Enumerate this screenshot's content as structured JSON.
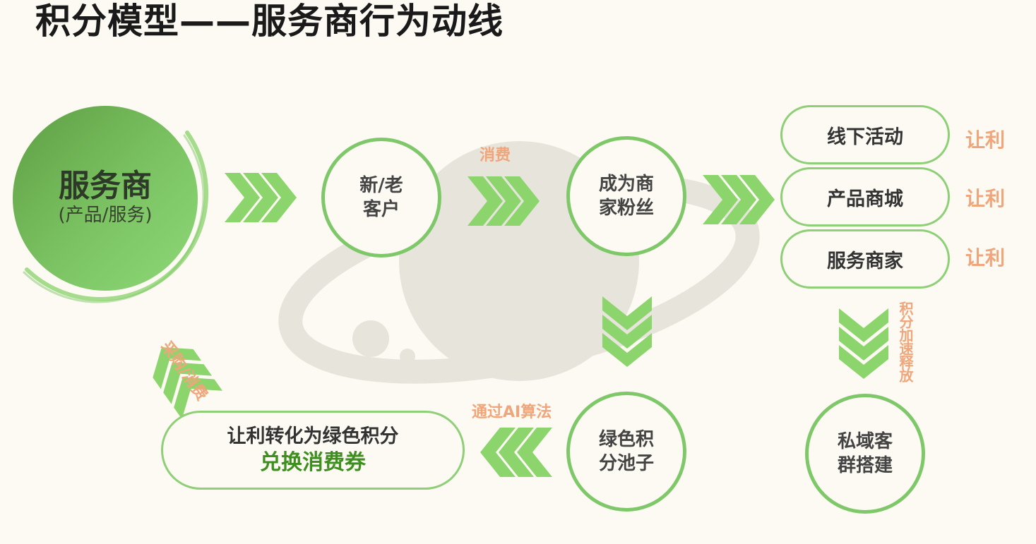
{
  "title": "积分模型——服务商行为动线",
  "provider": {
    "name": "服务商",
    "sub": "(产品/服务)"
  },
  "nodes": {
    "customer": [
      "新/老",
      "客户"
    ],
    "fans": [
      "成为商",
      "家粉丝"
    ],
    "pool": [
      "绿色积",
      "分池子"
    ],
    "private": [
      "私域客",
      "群搭建"
    ]
  },
  "options": [
    {
      "label": "线下活动",
      "tag": "让利"
    },
    {
      "label": "产品商城",
      "tag": "让利"
    },
    {
      "label": "服务商家",
      "tag": "让利"
    }
  ],
  "edge_labels": {
    "consume": "消费",
    "accelerate": "积分加速释放",
    "ai": "通过AI算法",
    "purchase": "采购/消费"
  },
  "result": {
    "line1": "让利转化为绿色积分",
    "line2": "兑换消费券"
  },
  "colors": {
    "green": "#7fc86a",
    "dark_green": "#3e8f1f",
    "orange": "#f0a57a",
    "background": "#fcfaf2"
  }
}
